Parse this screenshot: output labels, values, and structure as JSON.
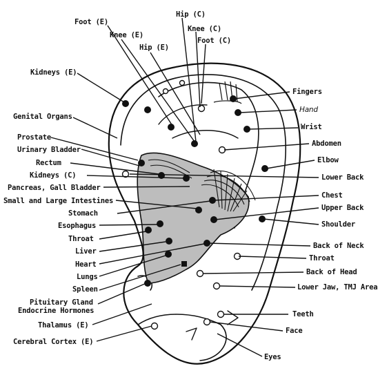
{
  "labels": {
    "foot_e": "Foot (E)",
    "hip_c": "Hip (C)",
    "knee_e": "Knee (E)",
    "knee_c": "Knee (C)",
    "foot_c": "Foot (C)",
    "hip_e": "Hip (E)",
    "kidneys_e": "Kidneys (E)",
    "genital_organs": "Genital Organs",
    "prostate": "Prostate",
    "urinary_bladder": "Urinary Bladder",
    "rectum": "Rectum",
    "kidneys_c": "Kidneys (C)",
    "pancreas": "Pancreas, Gall Bladder",
    "intestines": "Small and Large Intestines",
    "stomach": "Stomach",
    "esophagus": "Esophagus",
    "throat_left": "Throat",
    "liver": "Liver",
    "heart": "Heart",
    "lungs": "Lungs",
    "spleen": "Spleen",
    "pituitary": "Pituitary Gland",
    "endocrine": "Endocrine Hormones",
    "thalamus": "Thalamus (E)",
    "cortex": "Cerebral Cortex (E)",
    "fingers": "Fingers",
    "hand": "Hand",
    "wrist": "Wrist",
    "abdomen": "Abdomen",
    "elbow": "Elbow",
    "lower_back": "Lower Back",
    "chest": "Chest",
    "upper_back": "Upper Back",
    "shoulder": "Shoulder",
    "back_of_neck": "Back of Neck",
    "throat_right": "Throat",
    "back_of_head": "Back of Head",
    "lower_jaw": "Lower Jaw, TMJ Area",
    "teeth": "Teeth",
    "face": "Face",
    "eyes": "Eyes"
  }
}
